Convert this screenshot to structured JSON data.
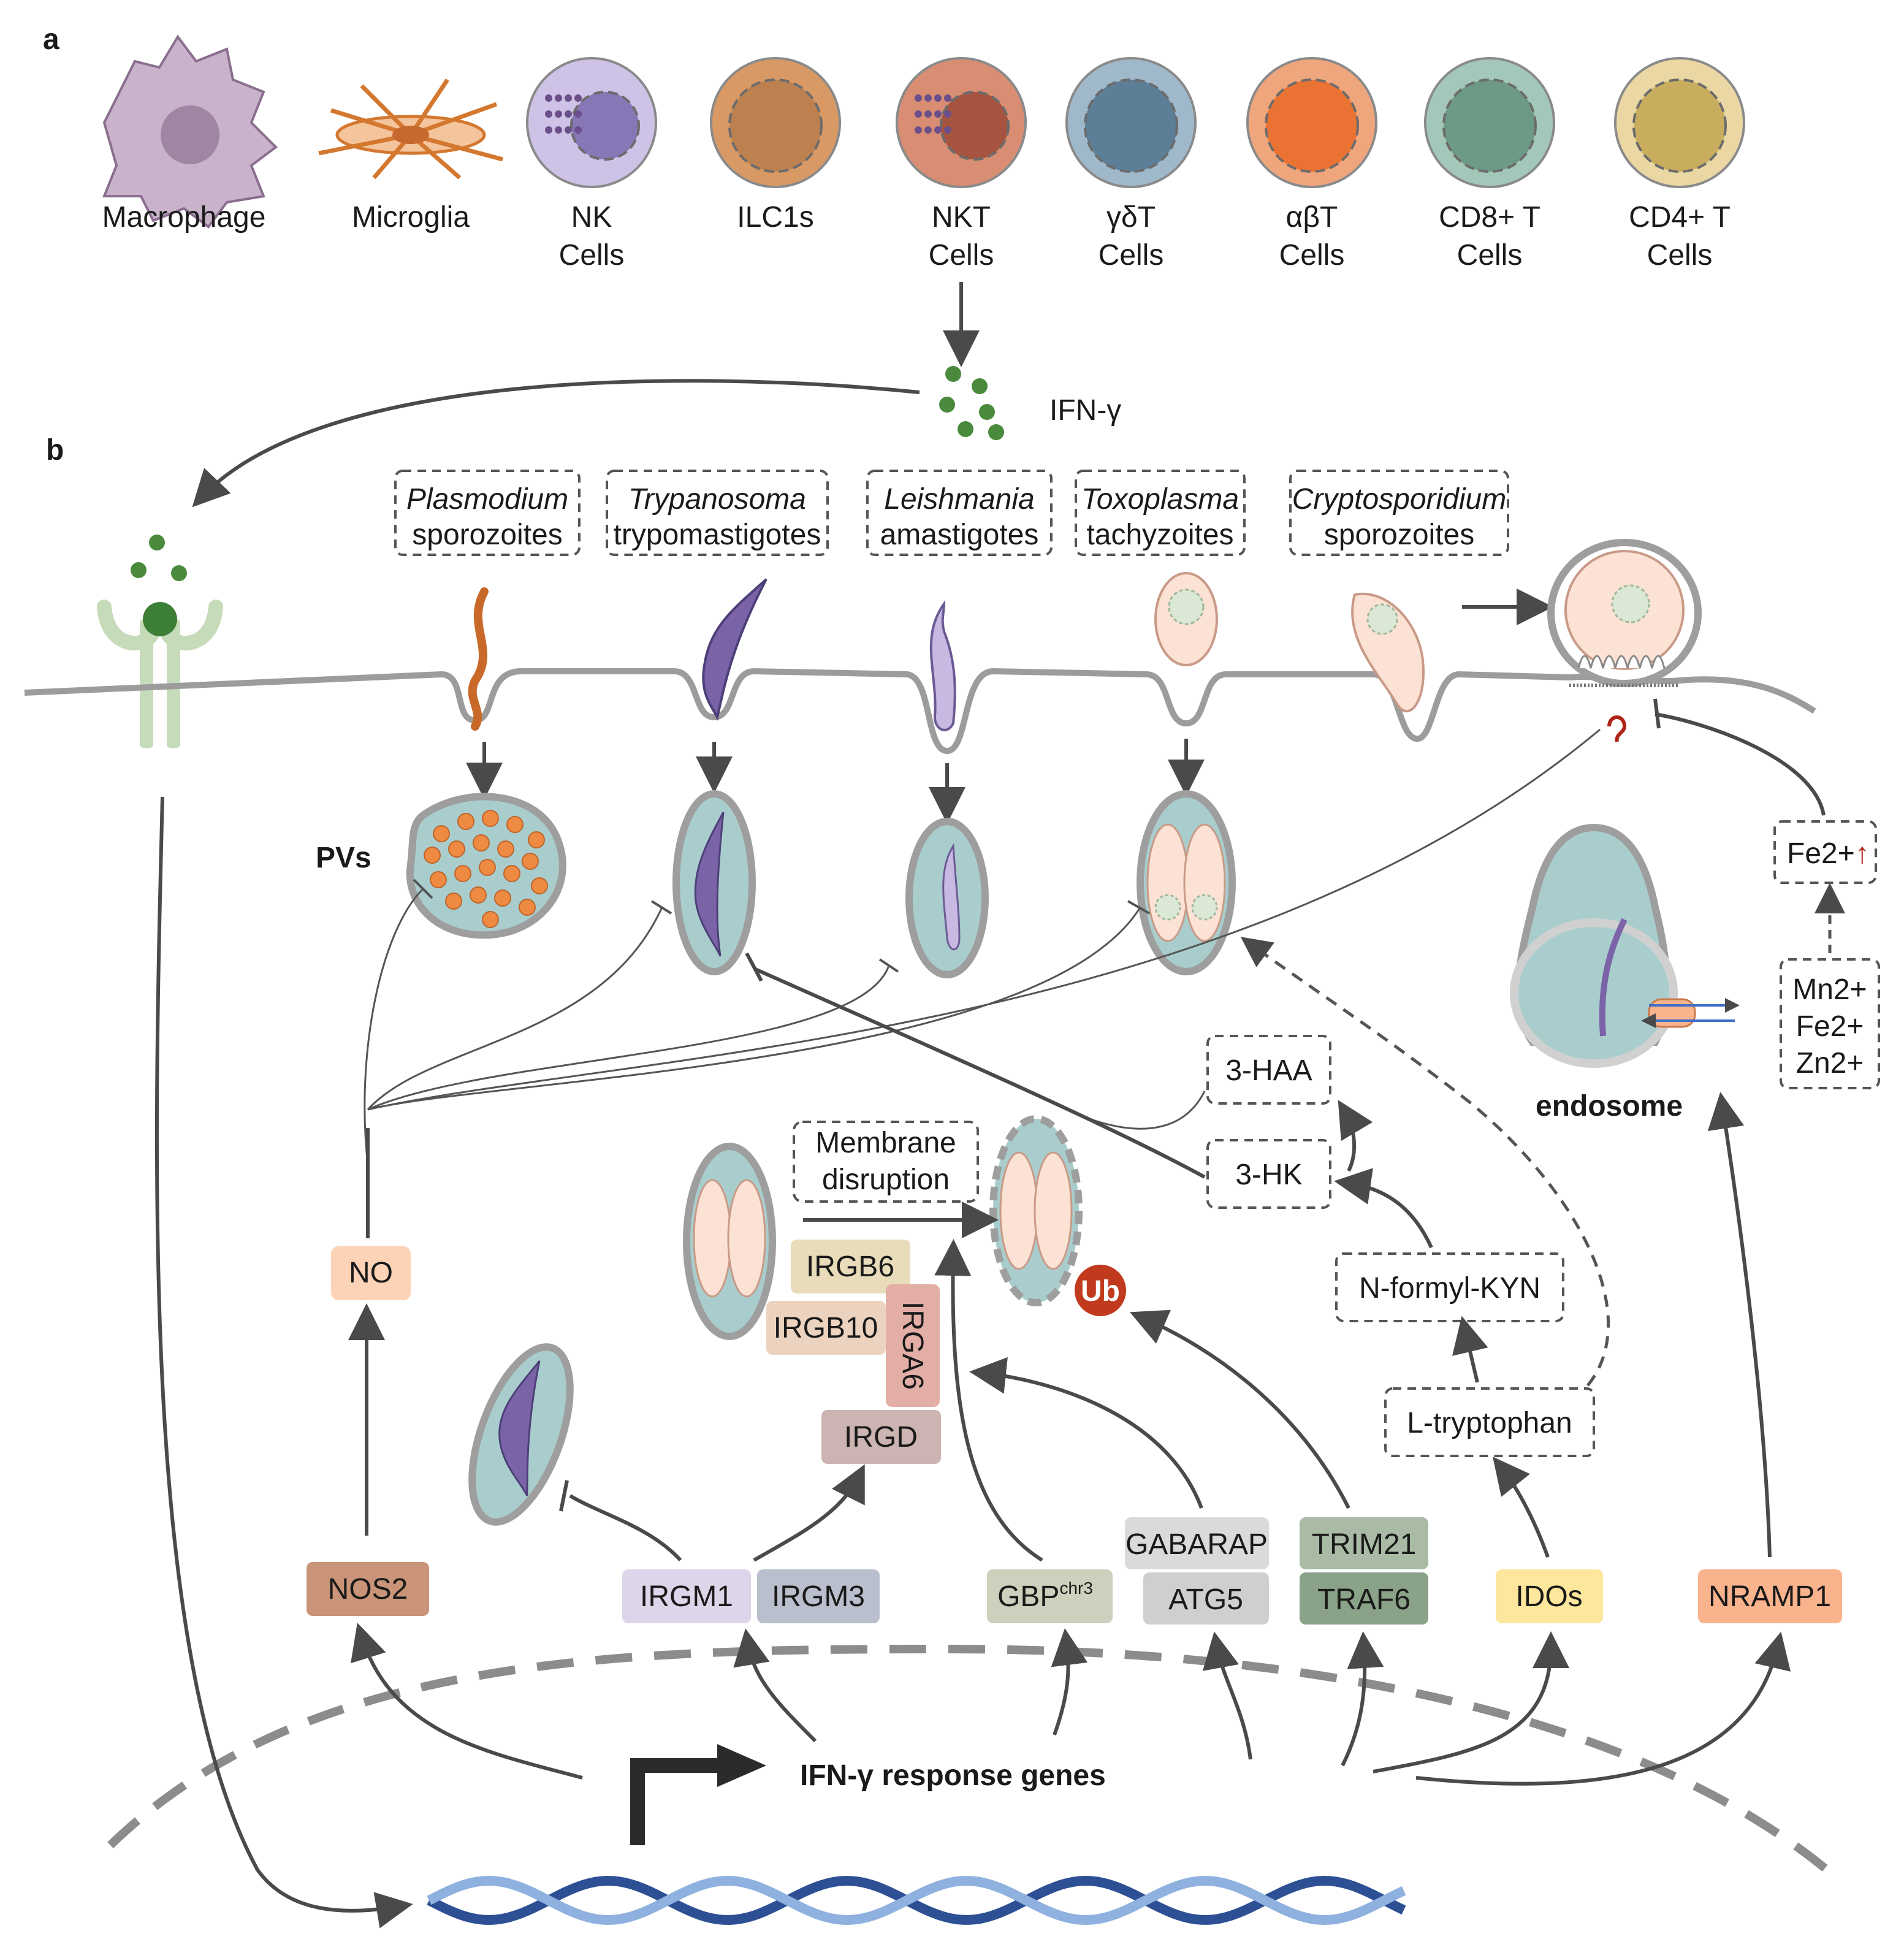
{
  "panel_labels": {
    "a": "a",
    "b": "b"
  },
  "cells": [
    {
      "label": [
        "Macrophage"
      ],
      "fill": "#c9b3cb",
      "nucleus": "#9f86a3"
    },
    {
      "label": [
        "Microglia"
      ],
      "fill": "#f4c59d",
      "nucleus": "#c5692f"
    },
    {
      "label": [
        "NK",
        "Cells"
      ],
      "fill": "#cec3e6",
      "nucleus": "#8877b7"
    },
    {
      "label": [
        "ILC1s"
      ],
      "fill": "#d99964",
      "nucleus": "#bd8150"
    },
    {
      "label": [
        "NKT",
        "Cells"
      ],
      "fill": "#d98e73",
      "nucleus": "#a65440"
    },
    {
      "label": [
        "γδT",
        "Cells"
      ],
      "fill": "#9fb9cb",
      "nucleus": "#5c7e97"
    },
    {
      "label": [
        "αβT",
        "Cells"
      ],
      "fill": "#f0a67d",
      "nucleus": "#ea7333"
    },
    {
      "label": [
        "CD8+ T",
        "Cells"
      ],
      "fill": "#a3c8b9",
      "nucleus": "#6d9a86"
    },
    {
      "label": [
        "CD4+ T",
        "Cells"
      ],
      "fill": "#ead7a3",
      "nucleus": "#c9ad5f"
    }
  ],
  "ifn_label": "IFN-γ",
  "pvs_label": "PVs",
  "pathogens": [
    {
      "italic": "Plasmodium",
      "stage": "sporozoites"
    },
    {
      "italic": "Trypanosoma",
      "stage": "trypomastigotes"
    },
    {
      "italic": "Leishmania",
      "stage": "amastigotes"
    },
    {
      "italic": "Toxoplasma",
      "stage": "tachyzoites"
    },
    {
      "italic": "Cryptosporidium",
      "stage": "sporozoites"
    }
  ],
  "boxes": {
    "membrane_disruption": [
      "Membrane",
      "disruption"
    ],
    "haa": "3-HAA",
    "hk": "3-HK",
    "nformyl": "N-formyl-KYN",
    "ltrp": "L-tryptophan",
    "fe_up": "Fe2+",
    "fe_up_arrow": "↑",
    "ions": [
      "Mn2+",
      "Fe2+",
      "Zn2+"
    ],
    "endosome": "endosome",
    "ub": "Ub"
  },
  "genes": {
    "no": {
      "label": "NO",
      "color": "#fcd3b6"
    },
    "nos2": {
      "label": "NOS2",
      "color": "#c99478"
    },
    "irgm1": {
      "label": "IRGM1",
      "color": "#ddd5e9"
    },
    "irgm3": {
      "label": "IRGM3",
      "color": "#b9bfcc"
    },
    "gbp": {
      "label": "GBP",
      "sup": "chr3",
      "color": "#cfcfbd"
    },
    "gabarap": {
      "label": "GABARAP",
      "color": "#dadada"
    },
    "atg5": {
      "label": "ATG5",
      "color": "#cfcfcf"
    },
    "trim21": {
      "label": "TRIM21",
      "color": "#a9bba5"
    },
    "traf6": {
      "label": "TRAF6",
      "color": "#8aa287"
    },
    "idos": {
      "label": "IDOs",
      "color": "#fce79c"
    },
    "nramp1": {
      "label": "NRAMP1",
      "color": "#f9b38d"
    },
    "irgb6": {
      "label": "IRGB6",
      "color": "#e9dcbb"
    },
    "irgb10": {
      "label": "IRGB10",
      "color": "#ecd3bf"
    },
    "irga6": {
      "label": "IRGA6",
      "color": "#e3aea6"
    },
    "irgd": {
      "label": "IRGD",
      "color": "#cbb4b1"
    }
  },
  "response_genes": "IFN-γ response genes"
}
